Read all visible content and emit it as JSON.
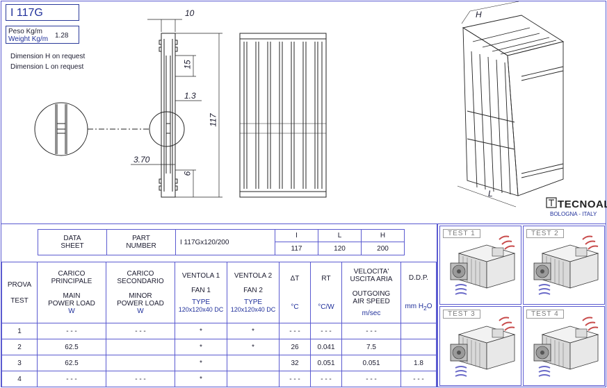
{
  "header": {
    "code": "I 117G",
    "weight_label_it": "Peso Kg/m",
    "weight_label_en": "Weight Kg/m",
    "weight_value": "1.28",
    "note_h": "Dimension H on request",
    "note_l": "Dimension L on request"
  },
  "drawing": {
    "dim_top": "10",
    "dim_15": "15",
    "dim_13": "1.3",
    "dim_117": "117",
    "dim_370": "3.70",
    "dim_6": "6",
    "iso_h": "H",
    "iso_l": "L"
  },
  "logo": {
    "brand": "TECNOAL",
    "city": "BOLOGNA - ITALY"
  },
  "info": {
    "data_sheet_1": "DATA",
    "data_sheet_2": "SHEET",
    "part_1": "PART",
    "part_2": "NUMBER",
    "part_value": "I 117Gx120/200",
    "col_i": "I",
    "col_l": "L",
    "col_h": "H",
    "val_i": "117",
    "val_l": "120",
    "val_h": "200"
  },
  "columns": {
    "prova": "PROVA",
    "test": "TEST",
    "carico_p1": "CARICO",
    "carico_p2": "PRINCIPALE",
    "main1": "MAIN",
    "main2": "POWER LOAD",
    "carico_s1": "CARICO",
    "carico_s2": "SECONDARIO",
    "minor1": "MINOR",
    "minor2": "POWER LOAD",
    "unit_w": "W",
    "ventola1": "VENTOLA 1",
    "fan1": "FAN 1",
    "ventola2": "VENTOLA 2",
    "fan2": "FAN 2",
    "type": "TYPE",
    "fan_type": "120x120x40 DC",
    "dt": "ΔT",
    "dt_unit": "°C",
    "rt": "RT",
    "rt_unit": "°C/W",
    "vel1": "VELOCITA'",
    "vel2": "USCITA ARIA",
    "out1": "OUTGOING",
    "out2": "AIR SPEED",
    "vel_unit": "m/sec",
    "ddp": "D.D.P.",
    "ddp_unit": "mm H",
    "ddp_sub": "2",
    "ddp_unit_end": "O"
  },
  "rows": [
    {
      "n": "1",
      "main": "- - -",
      "minor": "- - -",
      "fan1": "*",
      "fan2": "*",
      "dt": "- - -",
      "rt": "- - -",
      "vel": "- - -",
      "ddp": ""
    },
    {
      "n": "2",
      "main": "62.5",
      "minor": "",
      "fan1": "*",
      "fan2": "*",
      "dt": "26",
      "rt": "0.041",
      "vel": "7.5",
      "ddp": ""
    },
    {
      "n": "3",
      "main": "62.5",
      "minor": "",
      "fan1": "*",
      "fan2": "",
      "dt": "32",
      "rt": "0.051",
      "vel": "0.051",
      "ddp": "1.8"
    },
    {
      "n": "4",
      "main": "- - -",
      "minor": "- - -",
      "fan1": "*",
      "fan2": "",
      "dt": "- - -",
      "rt": "- - -",
      "vel": "- - -",
      "ddp": "- - -"
    }
  ],
  "tests": [
    {
      "label": "TEST  1"
    },
    {
      "label": "TEST  2"
    },
    {
      "label": "TEST  3"
    },
    {
      "label": "TEST  4"
    }
  ],
  "colors": {
    "frame": "#5a5ad0",
    "accent_blue": "#1f2f9a",
    "airflow": "#6a6ac8",
    "heat": "#c84a4a"
  }
}
